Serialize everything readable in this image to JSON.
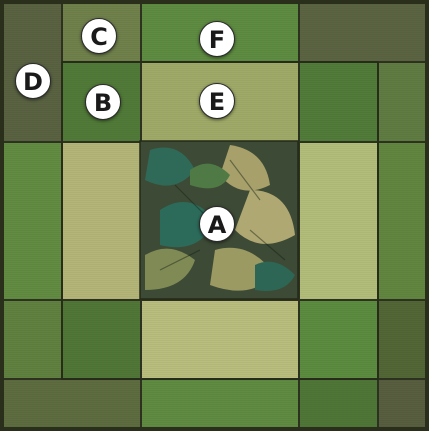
{
  "labels": {
    "A": "A",
    "B": "B",
    "C": "C",
    "D": "D",
    "E": "E",
    "F": "F"
  },
  "colors": {
    "seam": "#2a2f1c",
    "dark_green": "#4d6b33",
    "olive_green": "#6b8a45",
    "mid_green": "#5a7c3a",
    "gray_green": "#57603f",
    "light_sage": "#a9b070",
    "pale_olive": "#b9bd7d",
    "leaf_print_base": "#3d4a35",
    "leaf_teal": "#2f6a58",
    "leaf_khaki": "#a7a06a"
  }
}
